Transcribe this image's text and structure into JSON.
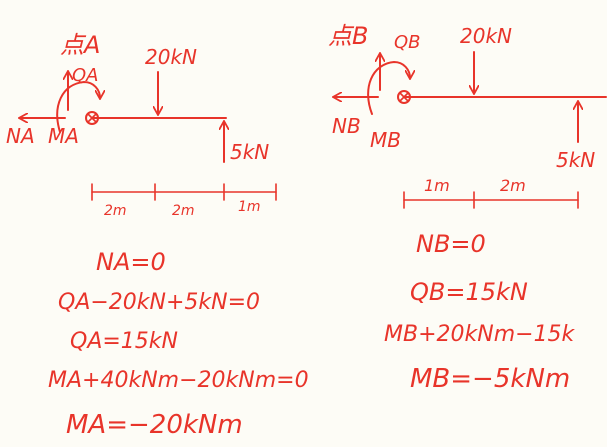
{
  "left": {
    "title": "点A",
    "load": "20kN",
    "shear": "QA",
    "axial": "NA",
    "moment": "MA",
    "reaction": "5kN",
    "dims": [
      "2m",
      "2m",
      "1m"
    ],
    "eqs": [
      "NA=0",
      "QA−20kN+5kN=0",
      "QA=15kN",
      "MA+40kNm−20kNm=0",
      "MA=−20kNm"
    ]
  },
  "right": {
    "title": "点B",
    "load": "20kN",
    "shear": "QB",
    "axial": "NB",
    "moment": "MB",
    "reaction": "5kN",
    "dims": [
      "1m",
      "2m"
    ],
    "eqs": [
      "NB=0",
      "QB=15kN",
      "MB+20kNm−15k",
      "MB=−5kNm"
    ]
  },
  "colors": {
    "ink": "#e8342a",
    "paper": "#fdfcf6"
  }
}
